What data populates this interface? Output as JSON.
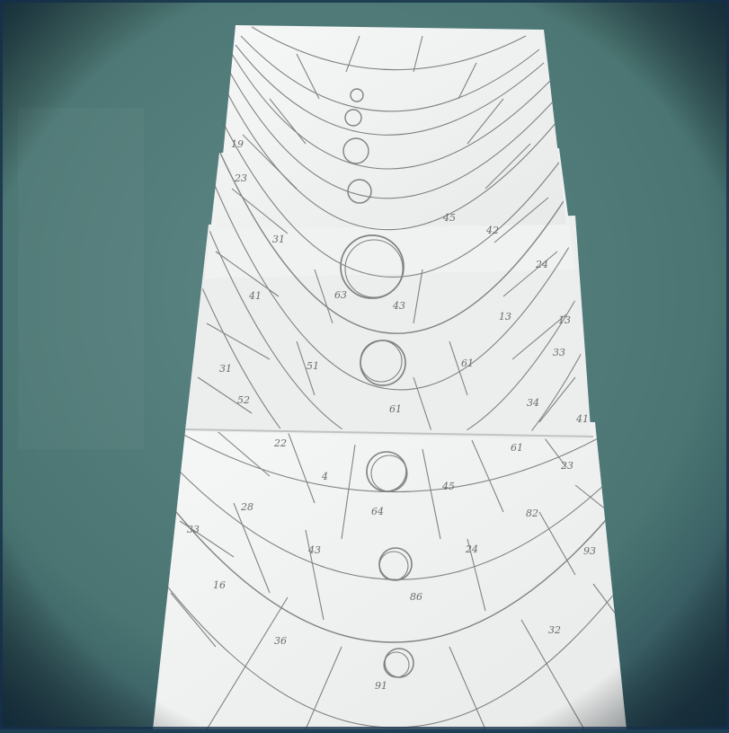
{
  "photo": {
    "table_color": "#4f7a78",
    "frame_color": "#1e3c52",
    "paper_color": "#f1f2f2",
    "pencil_color": "#555555",
    "note": "Photograph of several taped sheets of paper on a table, each with hand-drawn concentric pencil arcs divided into numbered segments and small circles along the centre line."
  },
  "segment_numbers": {
    "upper_sheet": [
      "19",
      "23",
      "45",
      "42",
      "31",
      "63",
      "41",
      "43",
      "13",
      "51",
      "61",
      "31",
      "33",
      "61",
      "34",
      "52",
      "24",
      "13",
      "41"
    ],
    "lower_sheet": [
      "22",
      "4",
      "45",
      "61",
      "23",
      "82",
      "28",
      "33",
      "64",
      "43",
      "24",
      "86",
      "93",
      "32",
      "16",
      "36",
      "91"
    ]
  }
}
